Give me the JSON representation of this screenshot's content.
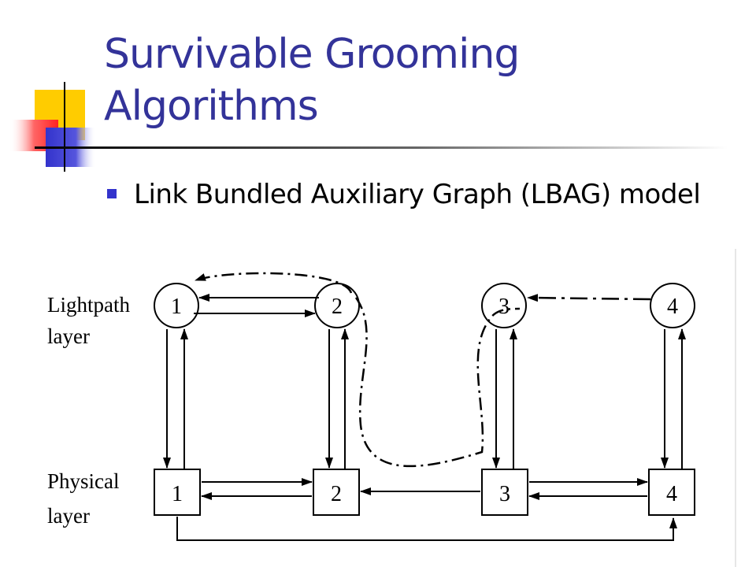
{
  "slide": {
    "title_line1": "Survivable Grooming",
    "title_line2": "Algorithms",
    "bullet_text": "Link Bundled Auxiliary Graph (LBAG) model"
  },
  "colors": {
    "title": "#333399",
    "bullet": "#3333cc",
    "deco_yellow": "#ffcc00",
    "deco_red": "#ff3333",
    "deco_blue": "#3333cc"
  },
  "diagram": {
    "lightpath_label_line1": "Lightpath",
    "lightpath_label_line2": "layer",
    "physical_label_line1": "Physical",
    "physical_label_line2": "layer",
    "lightpath_nodes": [
      "1",
      "2",
      "3",
      "4"
    ],
    "physical_nodes": [
      "1",
      "2",
      "3",
      "4"
    ]
  }
}
